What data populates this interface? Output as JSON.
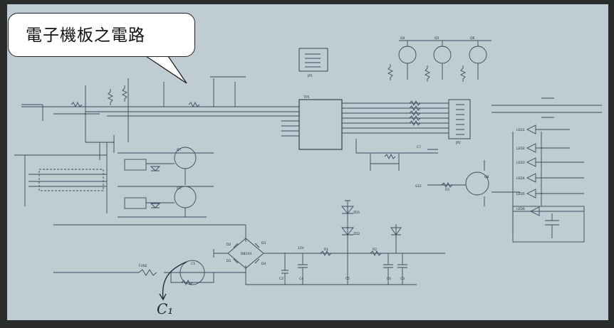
{
  "callout": {
    "text": "電子機板之電路"
  },
  "annotation": {
    "text": "C₁"
  },
  "labels": {
    "ic_main": "TP5",
    "ic_jp1": "JP1",
    "ic_jp2": "JP2",
    "q4": "Q4",
    "q5": "Q5",
    "q6": "Q6",
    "q7": "Q7",
    "q8": "Q8",
    "q1": "Q1",
    "c2": "C2",
    "c3": "C3",
    "c4": "C4",
    "c5": "C5",
    "c6": "C6",
    "c7": "C7",
    "r1": "R1",
    "r2": "R2",
    "r3": "R3",
    "d1": "D1",
    "d2": "D2",
    "d3": "D3",
    "d4": "D4",
    "bridge": "DB104",
    "c1_cap": "C1",
    "fuse": "FUSE",
    "z1": "ZD1",
    "z2": "ZD2",
    "led1": "LED1",
    "led2": "LED2",
    "led3": "LED3",
    "led4": "LED4",
    "led5": "LED5",
    "led6": "LED6",
    "s12": "S12",
    "v12": "12V"
  }
}
